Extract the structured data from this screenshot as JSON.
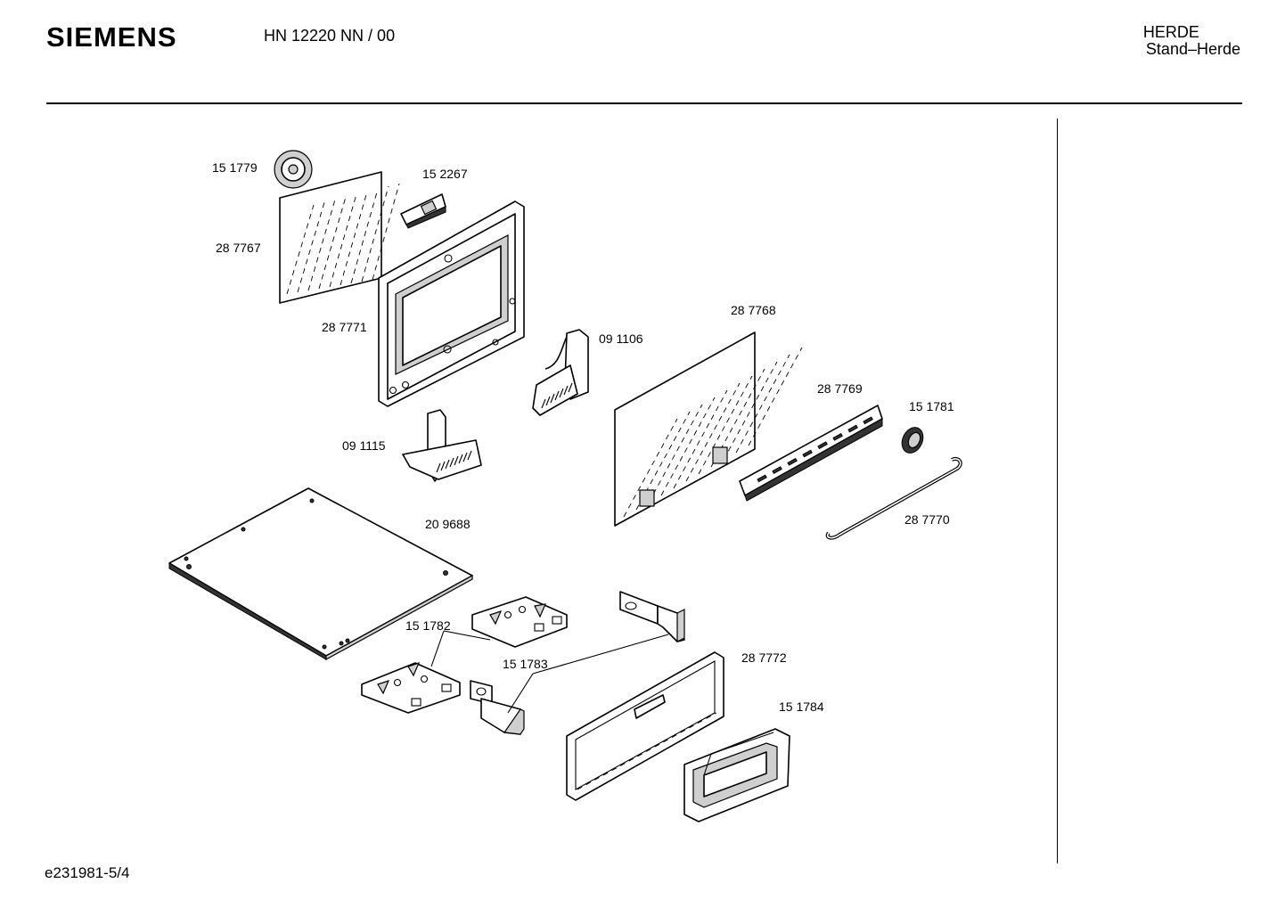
{
  "header": {
    "brand": "SIEMENS",
    "model": "HN 12220 NN / 00",
    "category": "HERDE",
    "subcategory": "Stand–Herde"
  },
  "footer": {
    "code": "e231981-5/4"
  },
  "parts": [
    {
      "id": "p151779",
      "number": "15 1779"
    },
    {
      "id": "p152267",
      "number": "15 2267"
    },
    {
      "id": "p287767",
      "number": "28 7767"
    },
    {
      "id": "p287771",
      "number": "28 7771"
    },
    {
      "id": "p287768",
      "number": "28 7768"
    },
    {
      "id": "p091106",
      "number": "09 1106"
    },
    {
      "id": "p287769",
      "number": "28 7769"
    },
    {
      "id": "p151781",
      "number": "15 1781"
    },
    {
      "id": "p091115",
      "number": "09 1115"
    },
    {
      "id": "p209688",
      "number": "20 9688"
    },
    {
      "id": "p287770",
      "number": "28 7770"
    },
    {
      "id": "p151782",
      "number": "15 1782"
    },
    {
      "id": "p151783",
      "number": "15 1783"
    },
    {
      "id": "p287772",
      "number": "28 7772"
    },
    {
      "id": "p151784",
      "number": "15 1784"
    }
  ]
}
